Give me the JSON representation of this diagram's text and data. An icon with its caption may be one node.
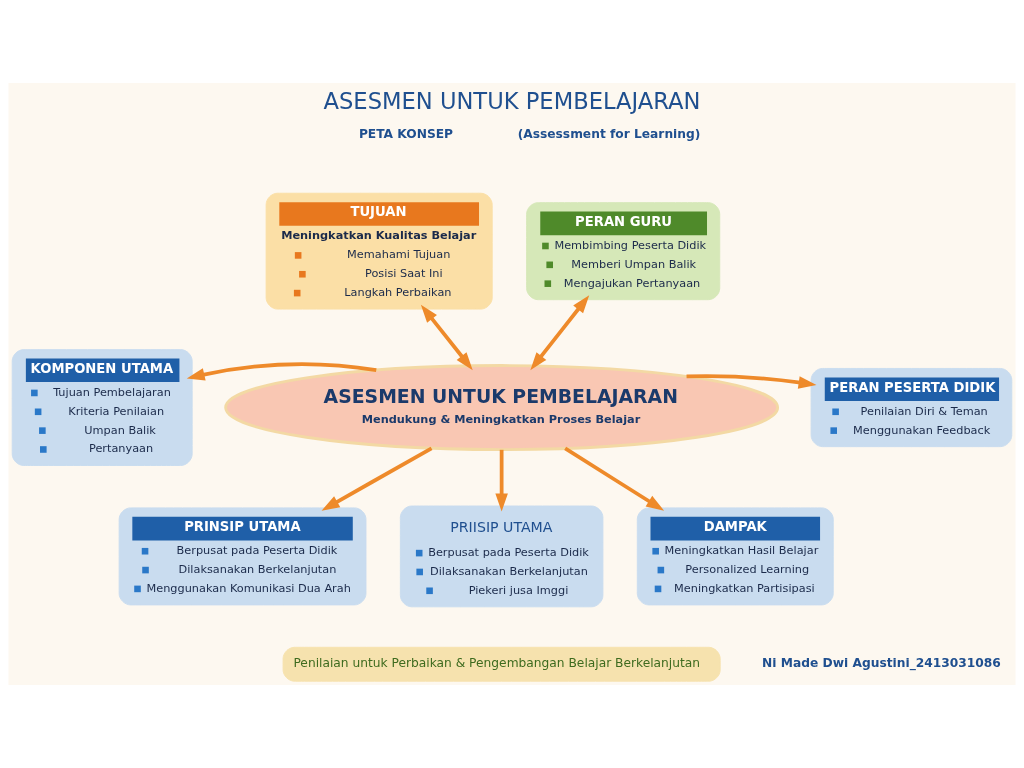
{
  "diagram": {
    "title": "ASESMEN UNTUK PEMBELAJARAN",
    "nodes": [
      {
        "text": [
          "TUJUAN",
          "Meningkatkan Kualitas Belajar",
          "Memahami Tujuan",
          "Posisi Saat Ini",
          "Langkah Perbaikan"
        ]
      },
      {
        "text": [
          "PERAN GURU",
          "Membimbing Peserta Didik",
          "Memberi Umpan Balik",
          "Mengajukan Pertanyaan"
        ]
      },
      {
        "text": [
          "ASESMEN UNTUK PEMBELAJARAN",
          "Mendukung & Meningkatkan Proses Belajar"
        ]
      },
      {
        "text": [
          "KOMPONEN UTAMA",
          "Tujuan Pembelajaran",
          "Kriteria Penilaian",
          "Umpan Balik",
          "Pertanyaan"
        ]
      },
      {
        "text": [
          "PERAN PESERTA DIDIK",
          "Penilaian Diri & Teman",
          "Menggunakan Feedback"
        ]
      },
      {
        "text": [
          "DAMPAK",
          "Meningkatkan Hasil Belajar",
          "Personalized Learning",
          "Meningkatkan Partisipasi"
        ]
      },
      {
        "text": [
          "PRINSIP UTAMA",
          "Berpusat pada Peserta Didik",
          "Dilaksanakan Berkelanjutan",
          "Menggunakan Komunikasi Dua Arah"
        ]
      },
      {
        "text": [
          "PRIISIP UTAMA",
          "Berpusat pada Peserta Didik",
          "Dilaksanakan Berkelanjutan",
          "Piekeri jusa Imggi"
        ]
      },
      {
        "text": [
          "Penilaian untuk Perbaikan & Pengembangan Belajar Berkelanjutan"
        ]
      }
    ],
    "edges": [
      {
        "from": 0,
        "to": 2,
        "arrow": "both"
      },
      {
        "from": 1,
        "to": 2,
        "arrow": "both"
      },
      {
        "from": 2,
        "to": 3,
        "arrow": "to"
      },
      {
        "from": 2,
        "to": 4,
        "arrow": "to"
      },
      {
        "from": 2,
        "to": 6,
        "arrow": "to"
      },
      {
        "from": 2,
        "to": 7,
        "arrow": "to"
      },
      {
        "from": 2,
        "to": 5,
        "arrow": "to"
      }
    ],
    "labels": [
      "PETA KONSEP",
      "(Assessment for Learning)",
      "Ni Made Dwi Agustini_2413031086"
    ]
  }
}
